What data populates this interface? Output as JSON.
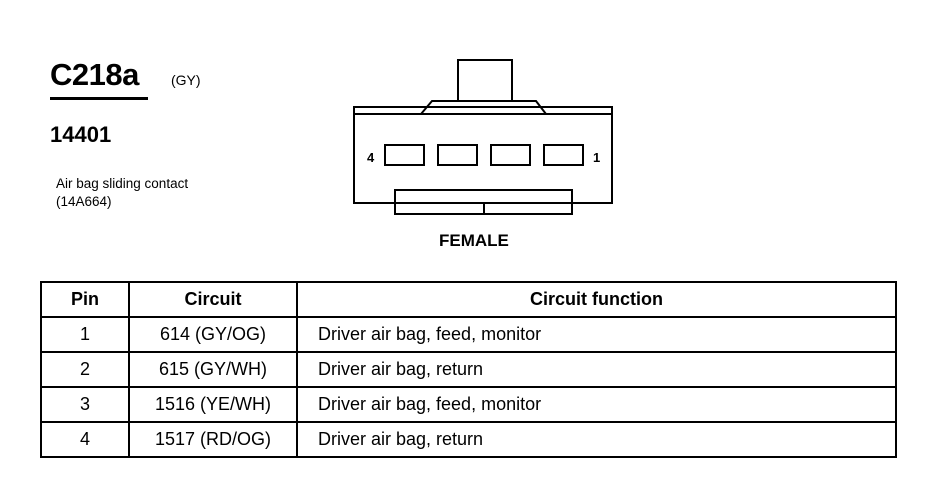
{
  "header": {
    "connector_id": "C218a",
    "connector_color": "(GY)",
    "part_number": "14401",
    "description": "Air bag sliding contact (14A664)"
  },
  "connector": {
    "view_label": "FEMALE",
    "pin_label_left": "4",
    "pin_label_right": "1",
    "cavity_count": 4
  },
  "table": {
    "headers": {
      "pin": "Pin",
      "circuit": "Circuit",
      "function": "Circuit function"
    },
    "rows": [
      {
        "pin": "1",
        "circuit": "614 (GY/OG)",
        "function": "Driver air bag, feed, monitor"
      },
      {
        "pin": "2",
        "circuit": "615 (GY/WH)",
        "function": "Driver air bag, return"
      },
      {
        "pin": "3",
        "circuit": "1516 (YE/WH)",
        "function": "Driver air bag, feed, monitor"
      },
      {
        "pin": "4",
        "circuit": "1517 (RD/OG)",
        "function": "Driver air bag, return"
      }
    ]
  }
}
